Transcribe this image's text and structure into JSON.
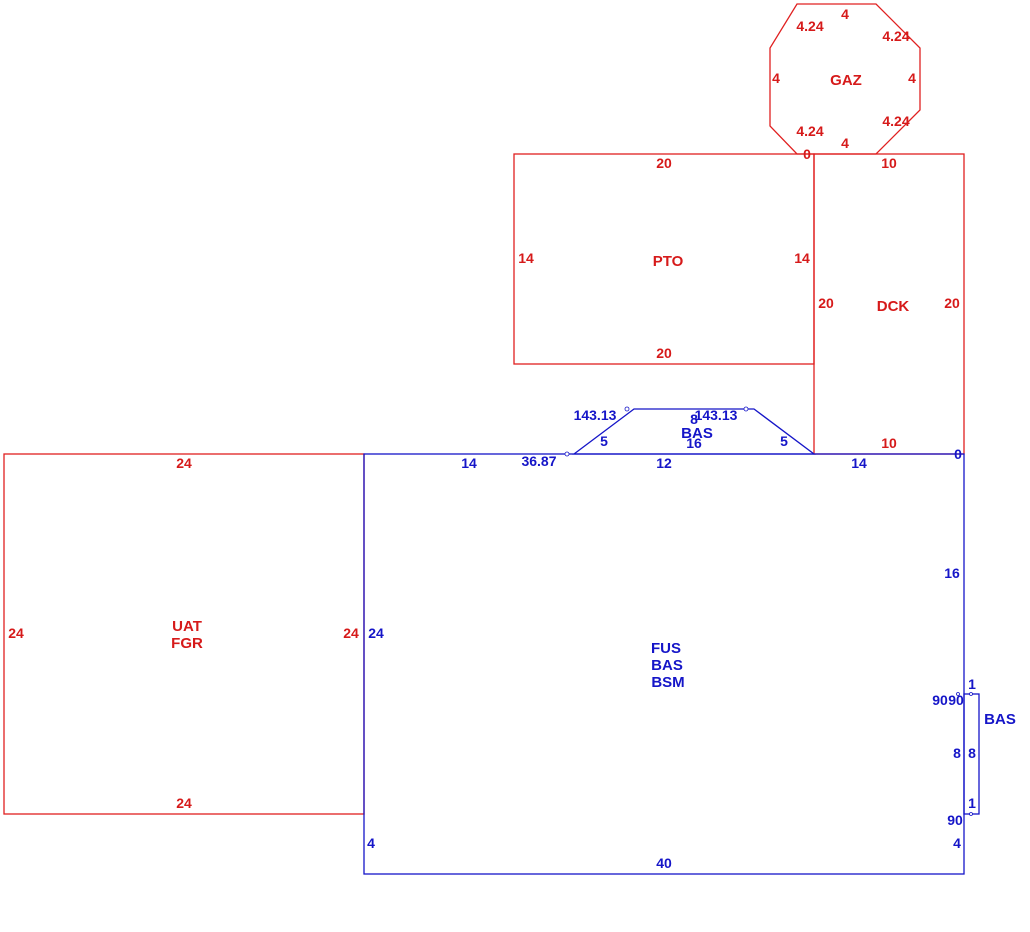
{
  "colors": {
    "red": "#e02020",
    "blue": "#1515c8"
  },
  "areas": {
    "gaz": "GAZ",
    "pto": "PTO",
    "dck": "DCK",
    "uat": "UAT",
    "fgr": "FGR",
    "fus": "FUS",
    "fus_bas": "BAS",
    "fus_bsm": "BSM",
    "bay_top": "BAS",
    "bay_right": "BAS"
  },
  "gaz": {
    "top": "4",
    "top_left": "4.24",
    "top_right": "4.24",
    "left": "4",
    "right": "4",
    "bottom_left": "4.24",
    "bottom_right": "4.24",
    "bottom": "4",
    "zero": "0"
  },
  "pto": {
    "top": "20",
    "left": "14",
    "right": "14",
    "bottom": "20"
  },
  "dck": {
    "top": "10",
    "left": "20",
    "right": "20",
    "bottom": "10",
    "zero": "0"
  },
  "uat": {
    "top": "24",
    "left": "24",
    "right": "24",
    "bottom": "24"
  },
  "bay_top": {
    "angle_left": "143.13",
    "angle_right": "143.13",
    "top": "8",
    "base": "16",
    "left": "5",
    "right": "5",
    "angle_bottom": "36.87"
  },
  "fus": {
    "top_left": "14",
    "top_mid": "12",
    "top_right": "14",
    "right": "16",
    "left": "24",
    "bottom": "40",
    "left_bottom": "4",
    "right_bottom": "4"
  },
  "bay_right": {
    "top": "1",
    "bottom": "1",
    "angle_top_left": "90",
    "angle_top_right": "90",
    "angle_bottom": "90",
    "depth_left": "8",
    "depth_right": "8"
  }
}
